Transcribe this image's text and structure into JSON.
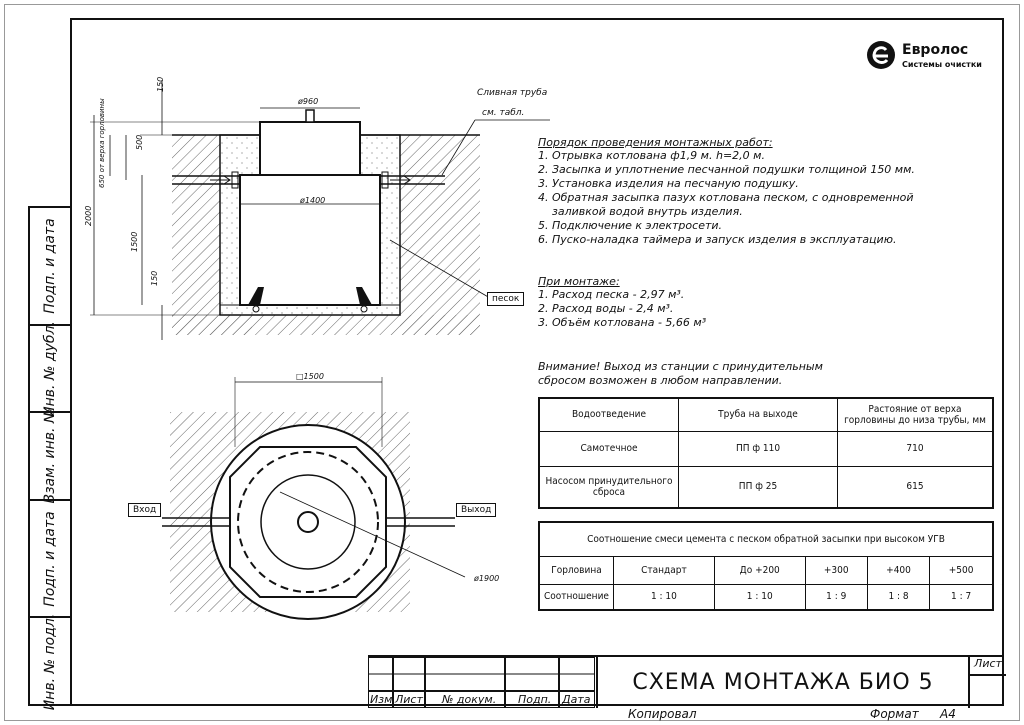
{
  "logo": {
    "name": "Евролос",
    "tagline": "Системы очистки",
    "icon": "eurolos-logo-icon"
  },
  "side_stamp": [
    "Подп. и дата",
    "Инв. № дубл.",
    "Взам. инв. №",
    "Подп. и дата",
    "Инв. № подл."
  ],
  "section_view": {
    "dims": {
      "top_d": "ø960",
      "inner_d": "ø1400",
      "h150_top": "150",
      "h500": "500",
      "h650": "650 от верха горловины",
      "h2000": "2000",
      "h1500": "1500",
      "h150_bottom": "150"
    },
    "drain_pipe_label_1": "Сливная труба",
    "drain_pipe_label_2": "см. табл.",
    "sand_label": "песок"
  },
  "plan_view": {
    "square_dim": "□1500",
    "pit_dim": "ø1900",
    "inlet_label": "Вход",
    "outlet_label": "Выход"
  },
  "install_order": {
    "title": "Порядок проведения монтажных работ:",
    "steps": [
      "1. Отрывка котлована ф1,9 м. h=2,0 м.",
      "2. Засыпка и уплотнение песчанной подушки толщиной 150 мм.",
      "3. Установка изделия на песчаную подушку.",
      "4. Обратная засыпка пазух котлована песком, с одновременной",
      "   заливкой водой внутрь изделия.",
      "5. Подключение к электросети.",
      "6. Пуско-наладка таймера и запуск изделия в эксплуатацию."
    ]
  },
  "mounting": {
    "title": "При монтаже:",
    "items": [
      "1. Расход песка - 2,97 м³.",
      "2. Расход воды - 2,4 м³.",
      "3. Объём котлована - 5,66 м³"
    ]
  },
  "attention": {
    "line1": "Внимание! Выход из станции с принудительным",
    "line2": "сбросом возможен в любом направлении."
  },
  "outlet_table": {
    "headers": [
      "Водоотведение",
      "Труба на выходе",
      "Растояние от верха горловины до низа трубы, мм"
    ],
    "rows": [
      [
        "Самотечное",
        "ПП ф 110",
        "710"
      ],
      [
        "Насосом принудительного сброса",
        "ПП ф 25",
        "615"
      ]
    ]
  },
  "mix_table": {
    "title": "Соотношение смеси цемента с песком обратной засыпки при высоком УГВ",
    "row1": [
      "Горловина",
      "Стандарт",
      "До +200",
      "+300",
      "+400",
      "+500"
    ],
    "row2": [
      "Соотношение",
      "1 : 10",
      "1 : 10",
      "1 : 9",
      "1 : 8",
      "1 : 7"
    ]
  },
  "title_block": {
    "cols": [
      "Изм",
      "Лист",
      "№ докум.",
      "Подп.",
      "Дата"
    ],
    "title": "СХЕМА МОНТАЖА БИО 5",
    "sheet_label": "Лист",
    "copied": "Копировал",
    "format_label": "Формат",
    "format_value": "A4"
  }
}
